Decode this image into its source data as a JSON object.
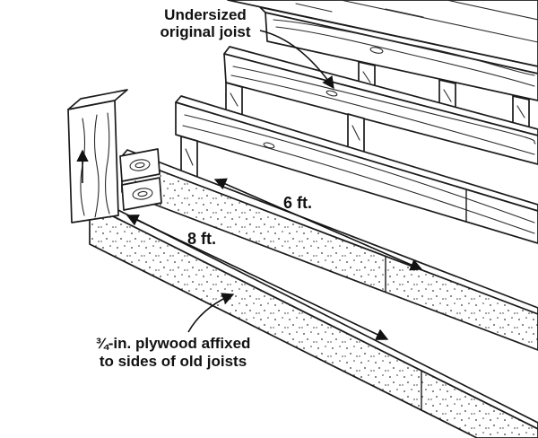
{
  "figure": {
    "title_hint": "Joist reinforcement illustration",
    "labels": {
      "callout_top": {
        "line1": "Undersized",
        "line2": "original joist"
      },
      "dim_6ft": "6 ft.",
      "dim_8ft": "8 ft.",
      "callout_bottom": {
        "line1": "¾-in. plywood affixed",
        "line2": "to sides of old joists"
      }
    },
    "colors": {
      "ink": "#1b1b1b",
      "paper": "#ffffff"
    }
  }
}
